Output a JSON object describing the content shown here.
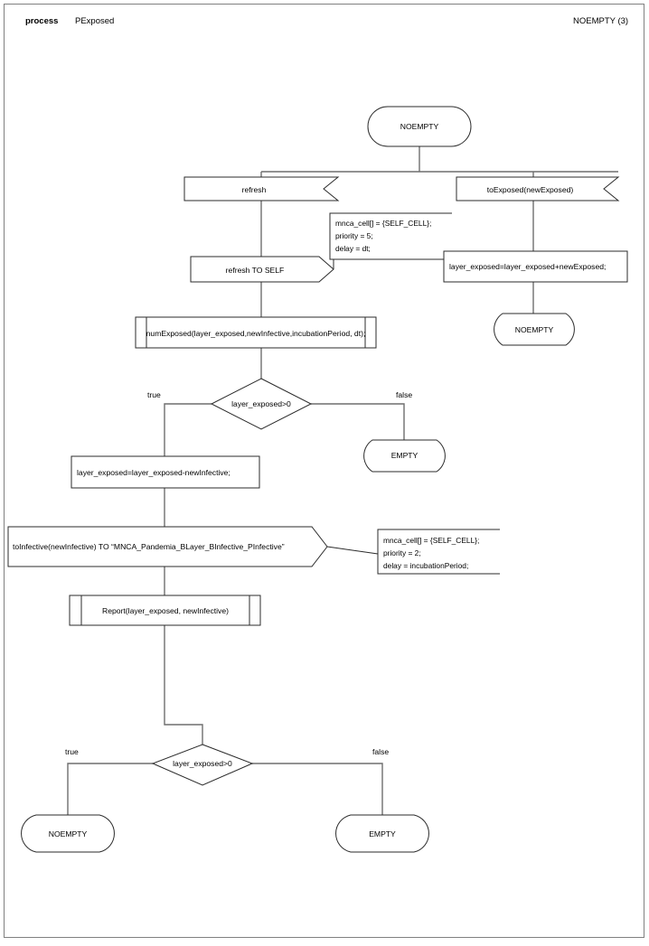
{
  "header": {
    "kind": "process",
    "name": "PExposed",
    "page_ref": "NOEMPTY (3)"
  },
  "nodes": {
    "start_state": "NOEMPTY",
    "input_refresh": "refresh",
    "input_to_exposed": "toExposed(newExposed)",
    "output_refresh_self": "refresh TO SELF",
    "task_add_exposed": "layer_exposed=layer_exposed+newExposed;",
    "state_noempty_right": "NOEMPTY",
    "proc_num_exposed": "numExposed(layer_exposed,newInfective,incubationPeriod, dt);",
    "decision_1": "layer_exposed>0",
    "decision_1_true": "true",
    "decision_1_false": "false",
    "state_empty_mid": "EMPTY",
    "task_sub_infective": "layer_exposed=layer_exposed-newInfective;",
    "output_to_infective": "toInfective(newInfective) TO “MNCA_Pandemia_BLayer_BInfective_PInfective”",
    "proc_report": "Report(layer_exposed, newInfective)",
    "decision_2": "layer_exposed>0",
    "decision_2_true": "true",
    "decision_2_false": "false",
    "state_noempty_bottom": "NOEMPTY",
    "state_empty_bottom": "EMPTY"
  },
  "comments": {
    "comment_refresh": {
      "line1": "mnca_cell[] = {SELF_CELL};",
      "line2": "priority = 5;",
      "line3": "delay = dt;"
    },
    "comment_infective": {
      "line1": "mnca_cell[] = {SELF_CELL};",
      "line2": "priority = 2;",
      "line3": "delay = incubationPeriod;"
    }
  },
  "colors": {
    "shape_stroke": "#2b2b2b",
    "flow_stroke": "#6e6e6e",
    "page_border": "#808080",
    "background": "#ffffff",
    "text": "#000000"
  }
}
